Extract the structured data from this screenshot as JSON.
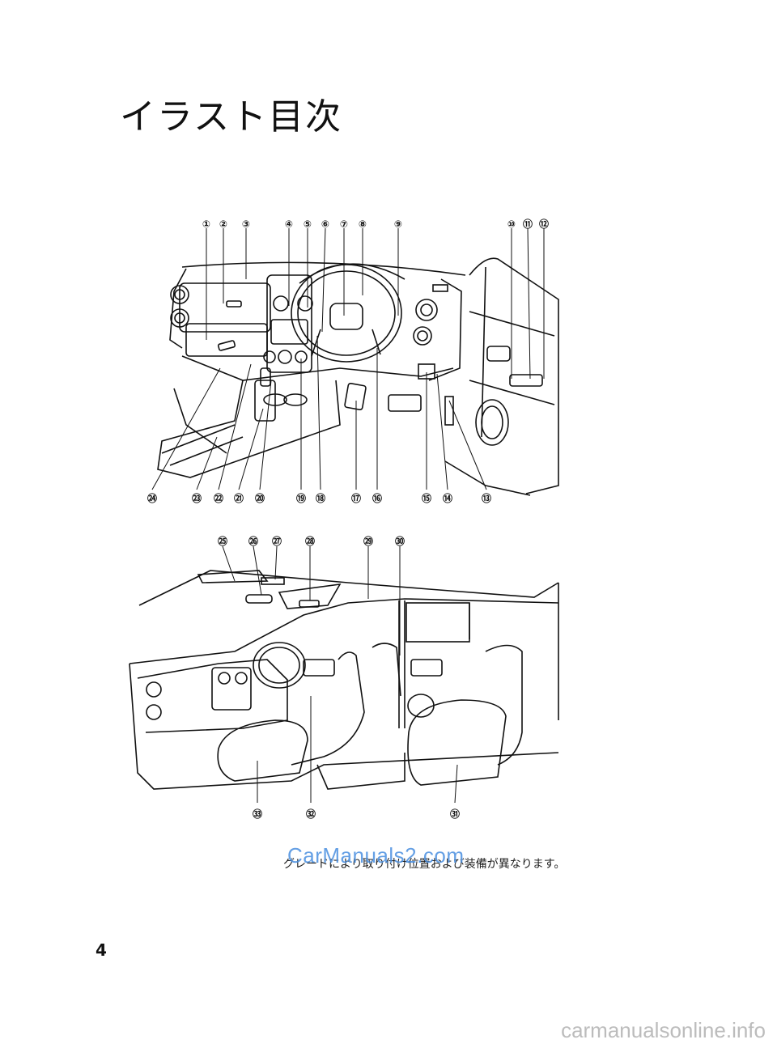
{
  "page_title": "イラスト目次",
  "upper_callouts": [
    "①",
    "②",
    "③",
    "④",
    "⑤",
    "⑥",
    "⑦",
    "⑧",
    "⑨",
    "⑩",
    "⑪",
    "⑫",
    "⑬",
    "⑭",
    "⑮",
    "⑯",
    "⑰",
    "⑱",
    "⑲",
    "⑳",
    "㉑",
    "㉒",
    "㉓",
    "㉔"
  ],
  "lower_callouts": [
    "㉕",
    "㉖",
    "㉗",
    "㉘",
    "㉙",
    "㉚",
    "㉛",
    "㉜",
    "㉝"
  ],
  "note": "グレードにより取り付け位置および装備が異なります。",
  "watermark": "CarManuals2.com",
  "page_number": "4",
  "footer_watermark": "carmanualsonline.info"
}
